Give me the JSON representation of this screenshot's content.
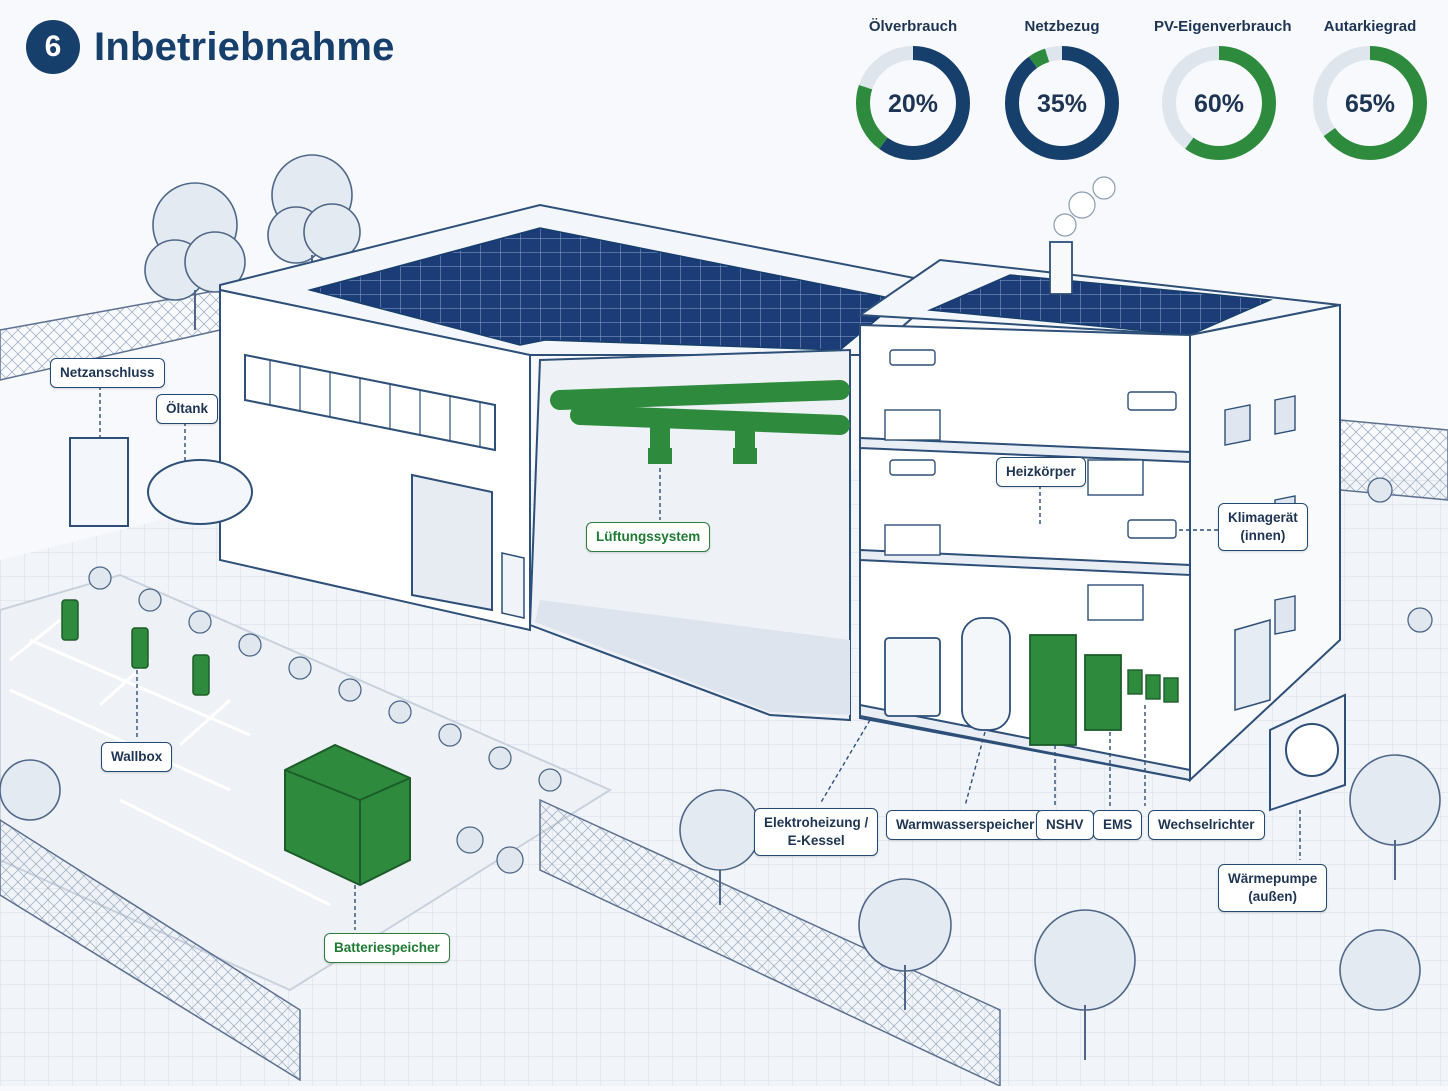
{
  "header": {
    "step_number": "6",
    "title": "Inbetriebnahme"
  },
  "colors": {
    "primary": "#173f6b",
    "accent_green": "#2e8b3e",
    "ring_track": "#dfe5ec",
    "line": "#2d4f78"
  },
  "kpis": [
    {
      "label": "Ölverbrauch",
      "value_text": "20%",
      "blue_fraction": 0.6,
      "green_fraction": 0.2
    },
    {
      "label": "Netzbezug",
      "value_text": "35%",
      "blue_fraction": 0.9,
      "green_fraction": 0.05
    },
    {
      "label": "PV-Eigenverbrauch",
      "value_text": "60%",
      "blue_fraction": 0.0,
      "green_fraction": 0.6
    },
    {
      "label": "Autarkiegrad",
      "value_text": "65%",
      "blue_fraction": 0.0,
      "green_fraction": 0.65
    }
  ],
  "callouts": {
    "netzanschluss": "Netzanschluss",
    "oeltank": "Öltank",
    "lueftungssystem": "Lüftungssystem",
    "heizkoerper": "Heizkörper",
    "klimageraet": [
      "Klimagerät",
      "(innen)"
    ],
    "wallbox": "Wallbox",
    "batteriespeicher": "Batteriespeicher",
    "elektroheizung": [
      "Elektroheizung /",
      "E-Kessel"
    ],
    "warmwasserspeicher": "Warmwasserspeicher",
    "nshv": "NSHV",
    "ems": "EMS",
    "wechselrichter": "Wechselrichter",
    "waermepumpe": [
      "Wärmepumpe",
      "(außen)"
    ]
  }
}
